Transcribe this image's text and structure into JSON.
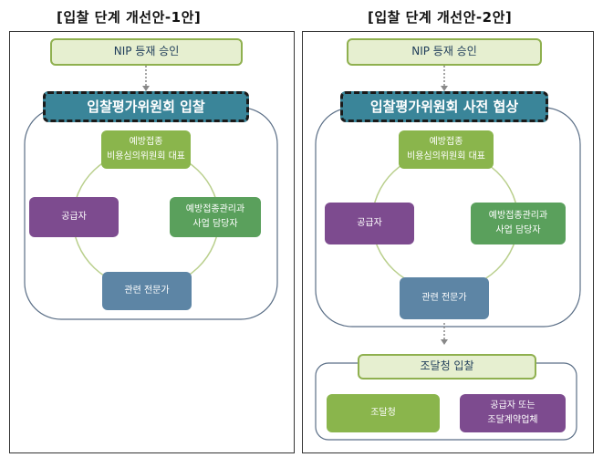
{
  "titles": {
    "left": "[입찰 단계 개선안-1안]",
    "right": "[입찰 단계 개선안-2안]"
  },
  "left": {
    "approval": "NIP 등재 승인",
    "committee": "입찰평가위원회 입찰",
    "vaccine_committee": [
      "예방접종",
      "비용심의위원회 대표"
    ],
    "supplier": "공급자",
    "manager": [
      "예방접종관리과",
      "사업 담당자"
    ],
    "expert": "관련 전문가"
  },
  "right": {
    "approval": "NIP 등재 승인",
    "committee": "입찰평가위원회 사전 협상",
    "vaccine_committee": [
      "예방접종",
      "비용심의위원회 대표"
    ],
    "supplier": "공급자",
    "manager": [
      "예방접종관리과",
      "사업 담당자"
    ],
    "expert": "관련 전문가",
    "procurement_bid": "조달청 입찰",
    "procurement": "조달청",
    "supplier_or": [
      "공급자 또는",
      "조달계약업체"
    ]
  }
}
